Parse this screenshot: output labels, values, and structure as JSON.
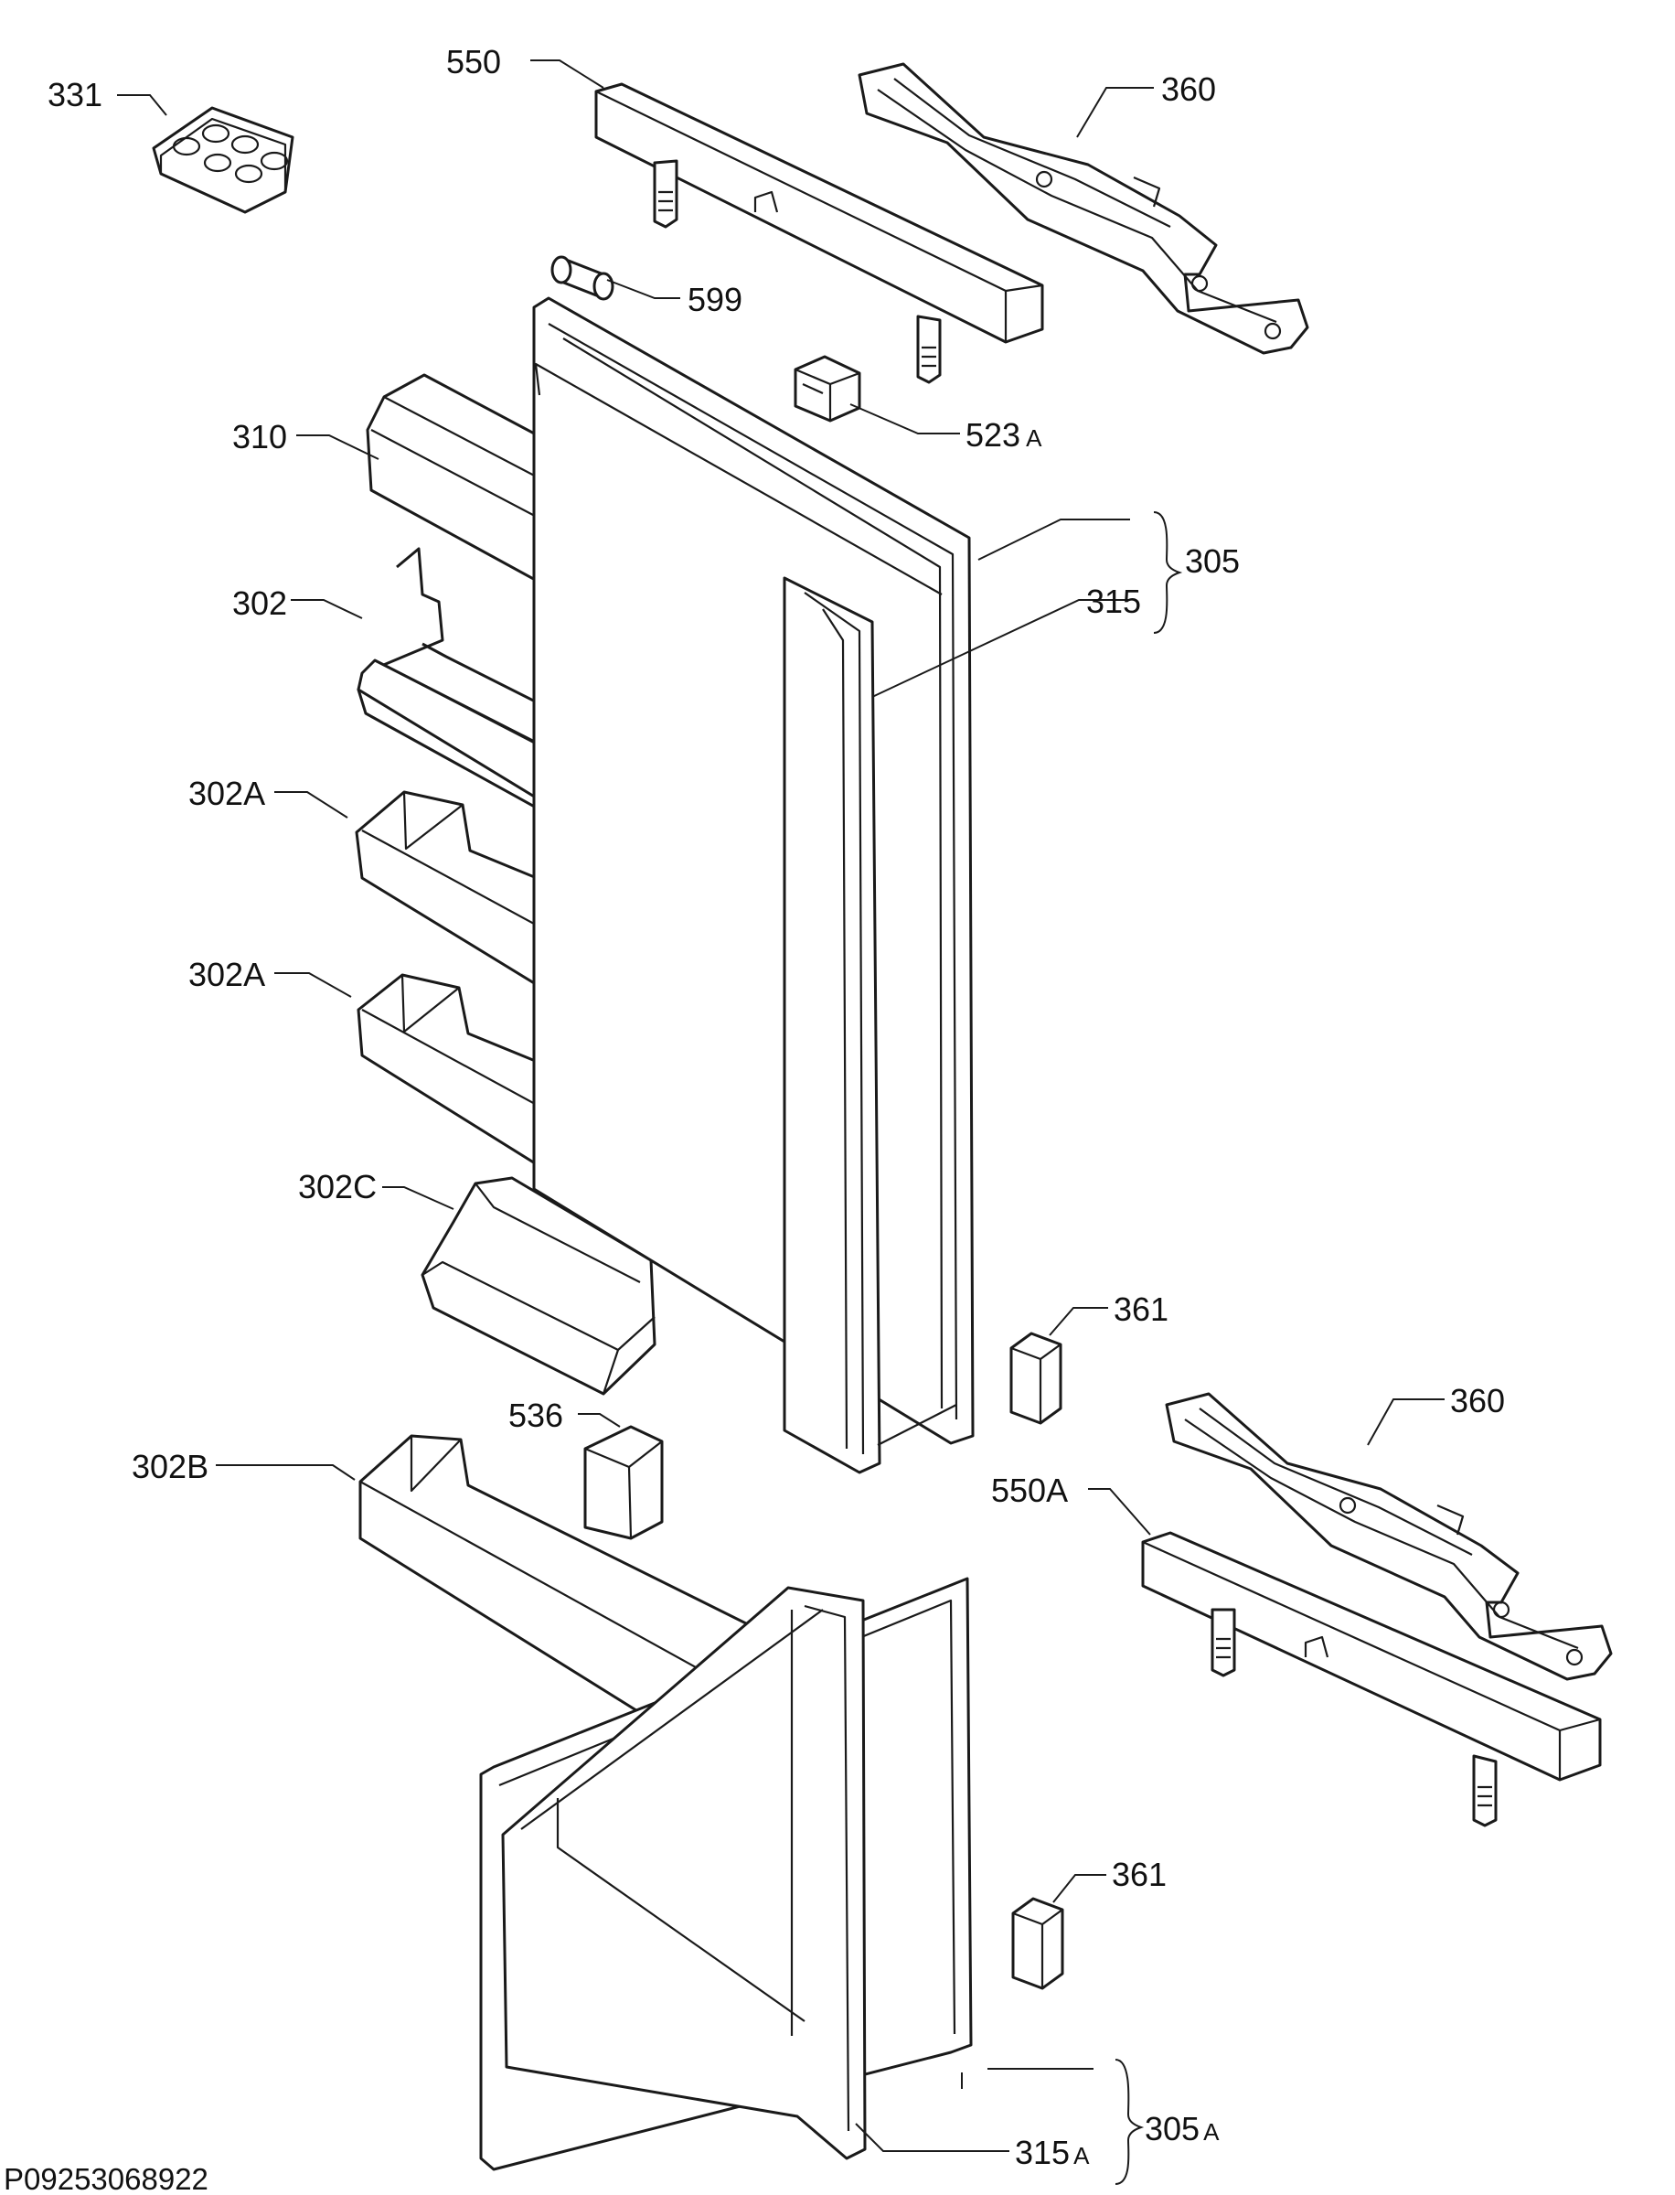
{
  "diagram": {
    "document_id": "P09253068922",
    "callouts": [
      {
        "id": "331",
        "label": "331"
      },
      {
        "id": "550",
        "label": "550"
      },
      {
        "id": "360-top",
        "label": "360"
      },
      {
        "id": "599",
        "label": "599"
      },
      {
        "id": "523",
        "label": "523",
        "suffix": "A"
      },
      {
        "id": "310",
        "label": "310"
      },
      {
        "id": "305",
        "label": "305"
      },
      {
        "id": "315",
        "label": "315"
      },
      {
        "id": "302",
        "label": "302"
      },
      {
        "id": "302A-1",
        "label": "302A"
      },
      {
        "id": "302A-2",
        "label": "302A"
      },
      {
        "id": "302C",
        "label": "302C"
      },
      {
        "id": "361-top",
        "label": "361"
      },
      {
        "id": "360-bottom",
        "label": "360"
      },
      {
        "id": "536",
        "label": "536"
      },
      {
        "id": "550A",
        "label": "550A"
      },
      {
        "id": "302B",
        "label": "302B"
      },
      {
        "id": "361-bottom",
        "label": "361"
      },
      {
        "id": "305A",
        "label": "305",
        "suffix": "A"
      },
      {
        "id": "315A",
        "label": "315",
        "suffix": "A"
      }
    ]
  }
}
